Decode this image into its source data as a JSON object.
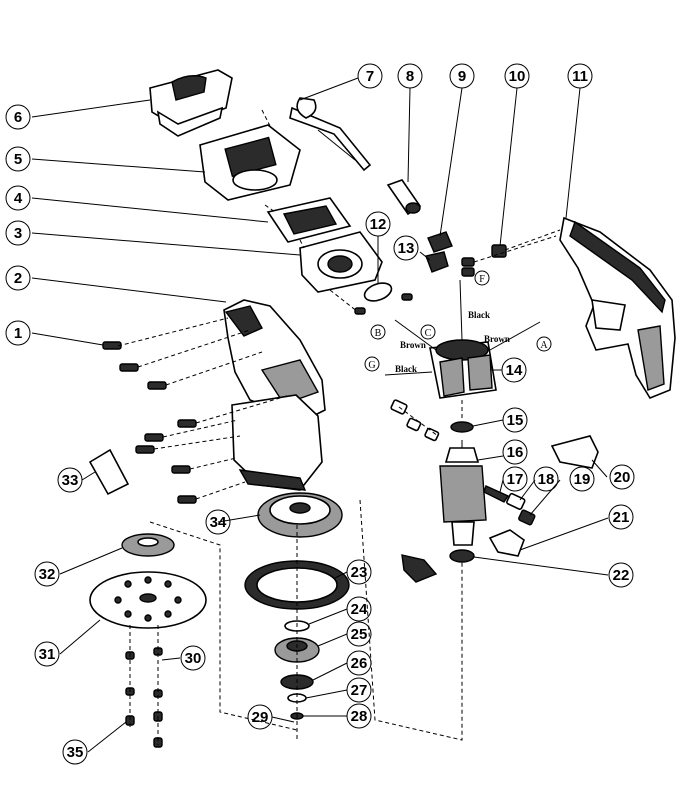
{
  "diagram": {
    "callouts": [
      "1",
      "2",
      "3",
      "4",
      "5",
      "6",
      "7",
      "8",
      "9",
      "10",
      "11",
      "12",
      "13",
      "14",
      "15",
      "16",
      "17",
      "18",
      "19",
      "20",
      "21",
      "22",
      "23",
      "24",
      "25",
      "26",
      "27",
      "28",
      "29",
      "30",
      "31",
      "32",
      "33",
      "34",
      "35"
    ],
    "wire_labels": {
      "brown_left": "Brown",
      "brown_right": "Brown",
      "black_top": "Black",
      "black_bottom": "Black"
    },
    "connection_letters": {
      "A": "A",
      "B": "B",
      "C": "C",
      "F": "F",
      "G": "G"
    }
  }
}
